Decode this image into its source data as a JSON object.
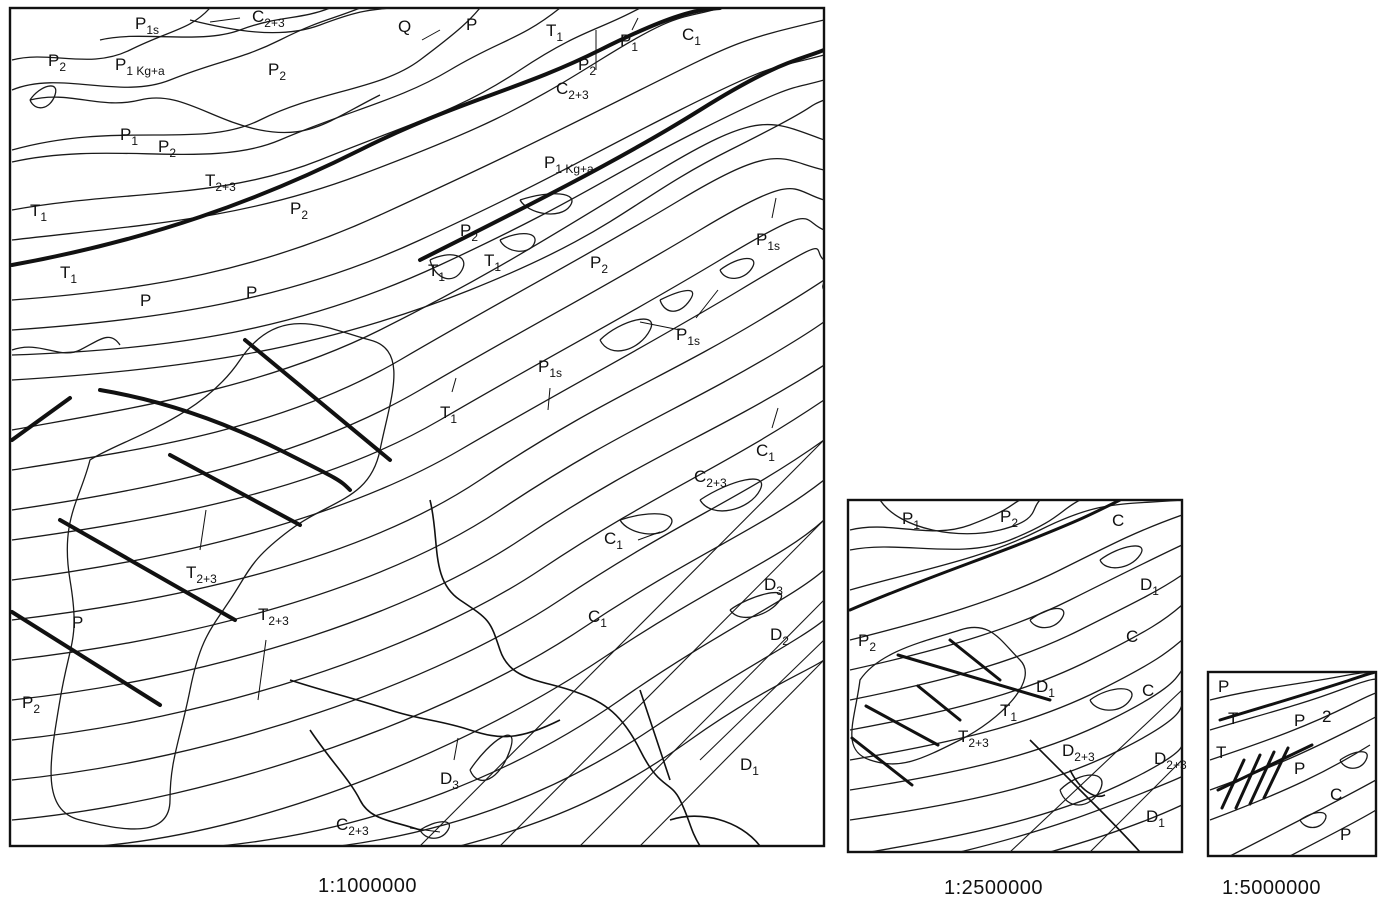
{
  "maps": [
    {
      "id": "map-1000000",
      "scale_label": "1:1000000",
      "labels": [
        {
          "text": "P",
          "sub": "1s"
        },
        {
          "text": "C",
          "sub": "2+3"
        },
        {
          "text": "Q",
          "sub": ""
        },
        {
          "text": "P",
          "sub": ""
        },
        {
          "text": "T",
          "sub": "1"
        },
        {
          "text": "P",
          "sub": "1"
        },
        {
          "text": "C",
          "sub": "1"
        },
        {
          "text": "P",
          "sub": "2"
        },
        {
          "text": "P",
          "sub": "1 Kg+a"
        },
        {
          "text": "P",
          "sub": "2"
        },
        {
          "text": "P",
          "sub": "2"
        },
        {
          "text": "C",
          "sub": "2+3"
        },
        {
          "text": "P",
          "sub": "1"
        },
        {
          "text": "P",
          "sub": "2"
        },
        {
          "text": "T",
          "sub": "2+3"
        },
        {
          "text": "P",
          "sub": "1 Kg+a"
        },
        {
          "text": "T",
          "sub": "1"
        },
        {
          "text": "P",
          "sub": "2"
        },
        {
          "text": "P",
          "sub": "2"
        },
        {
          "text": "T",
          "sub": "1"
        },
        {
          "text": "T",
          "sub": "1"
        },
        {
          "text": "P",
          "sub": "2"
        },
        {
          "text": "P",
          "sub": "1s"
        },
        {
          "text": "T",
          "sub": "1"
        },
        {
          "text": "P",
          "sub": ""
        },
        {
          "text": "P",
          "sub": ""
        },
        {
          "text": "P",
          "sub": "1s"
        },
        {
          "text": "P",
          "sub": "1s"
        },
        {
          "text": "T",
          "sub": "1"
        },
        {
          "text": "C",
          "sub": "1"
        },
        {
          "text": "C",
          "sub": "2+3"
        },
        {
          "text": "T",
          "sub": "2+3"
        },
        {
          "text": "C",
          "sub": "1"
        },
        {
          "text": "T",
          "sub": "2+3"
        },
        {
          "text": "D",
          "sub": "3"
        },
        {
          "text": "C",
          "sub": "1"
        },
        {
          "text": "P",
          "sub": ""
        },
        {
          "text": "D",
          "sub": "2"
        },
        {
          "text": "P",
          "sub": "2"
        },
        {
          "text": "D",
          "sub": "1"
        },
        {
          "text": "D",
          "sub": "3"
        },
        {
          "text": "C",
          "sub": "2+3"
        }
      ]
    },
    {
      "id": "map-2500000",
      "scale_label": "1:2500000",
      "labels": [
        {
          "text": "P",
          "sub": "1"
        },
        {
          "text": "P",
          "sub": "2"
        },
        {
          "text": "C",
          "sub": ""
        },
        {
          "text": "D",
          "sub": "1"
        },
        {
          "text": "C",
          "sub": ""
        },
        {
          "text": "P",
          "sub": "2"
        },
        {
          "text": "C",
          "sub": ""
        },
        {
          "text": "D",
          "sub": "1"
        },
        {
          "text": "T",
          "sub": "1"
        },
        {
          "text": "T",
          "sub": "2+3"
        },
        {
          "text": "D",
          "sub": "2+3"
        },
        {
          "text": "D",
          "sub": "2+3"
        },
        {
          "text": "D",
          "sub": "1"
        }
      ]
    },
    {
      "id": "map-5000000",
      "scale_label": "1:5000000",
      "labels": [
        {
          "text": "P",
          "sub": ""
        },
        {
          "text": "T",
          "sub": ""
        },
        {
          "text": "P",
          "sub": ""
        },
        {
          "text": "2",
          "sub": ""
        },
        {
          "text": "T",
          "sub": ""
        },
        {
          "text": "P",
          "sub": ""
        },
        {
          "text": "C",
          "sub": ""
        },
        {
          "text": "P",
          "sub": ""
        }
      ]
    }
  ],
  "colors": {
    "ink": "#111111",
    "paper": "#ffffff"
  }
}
